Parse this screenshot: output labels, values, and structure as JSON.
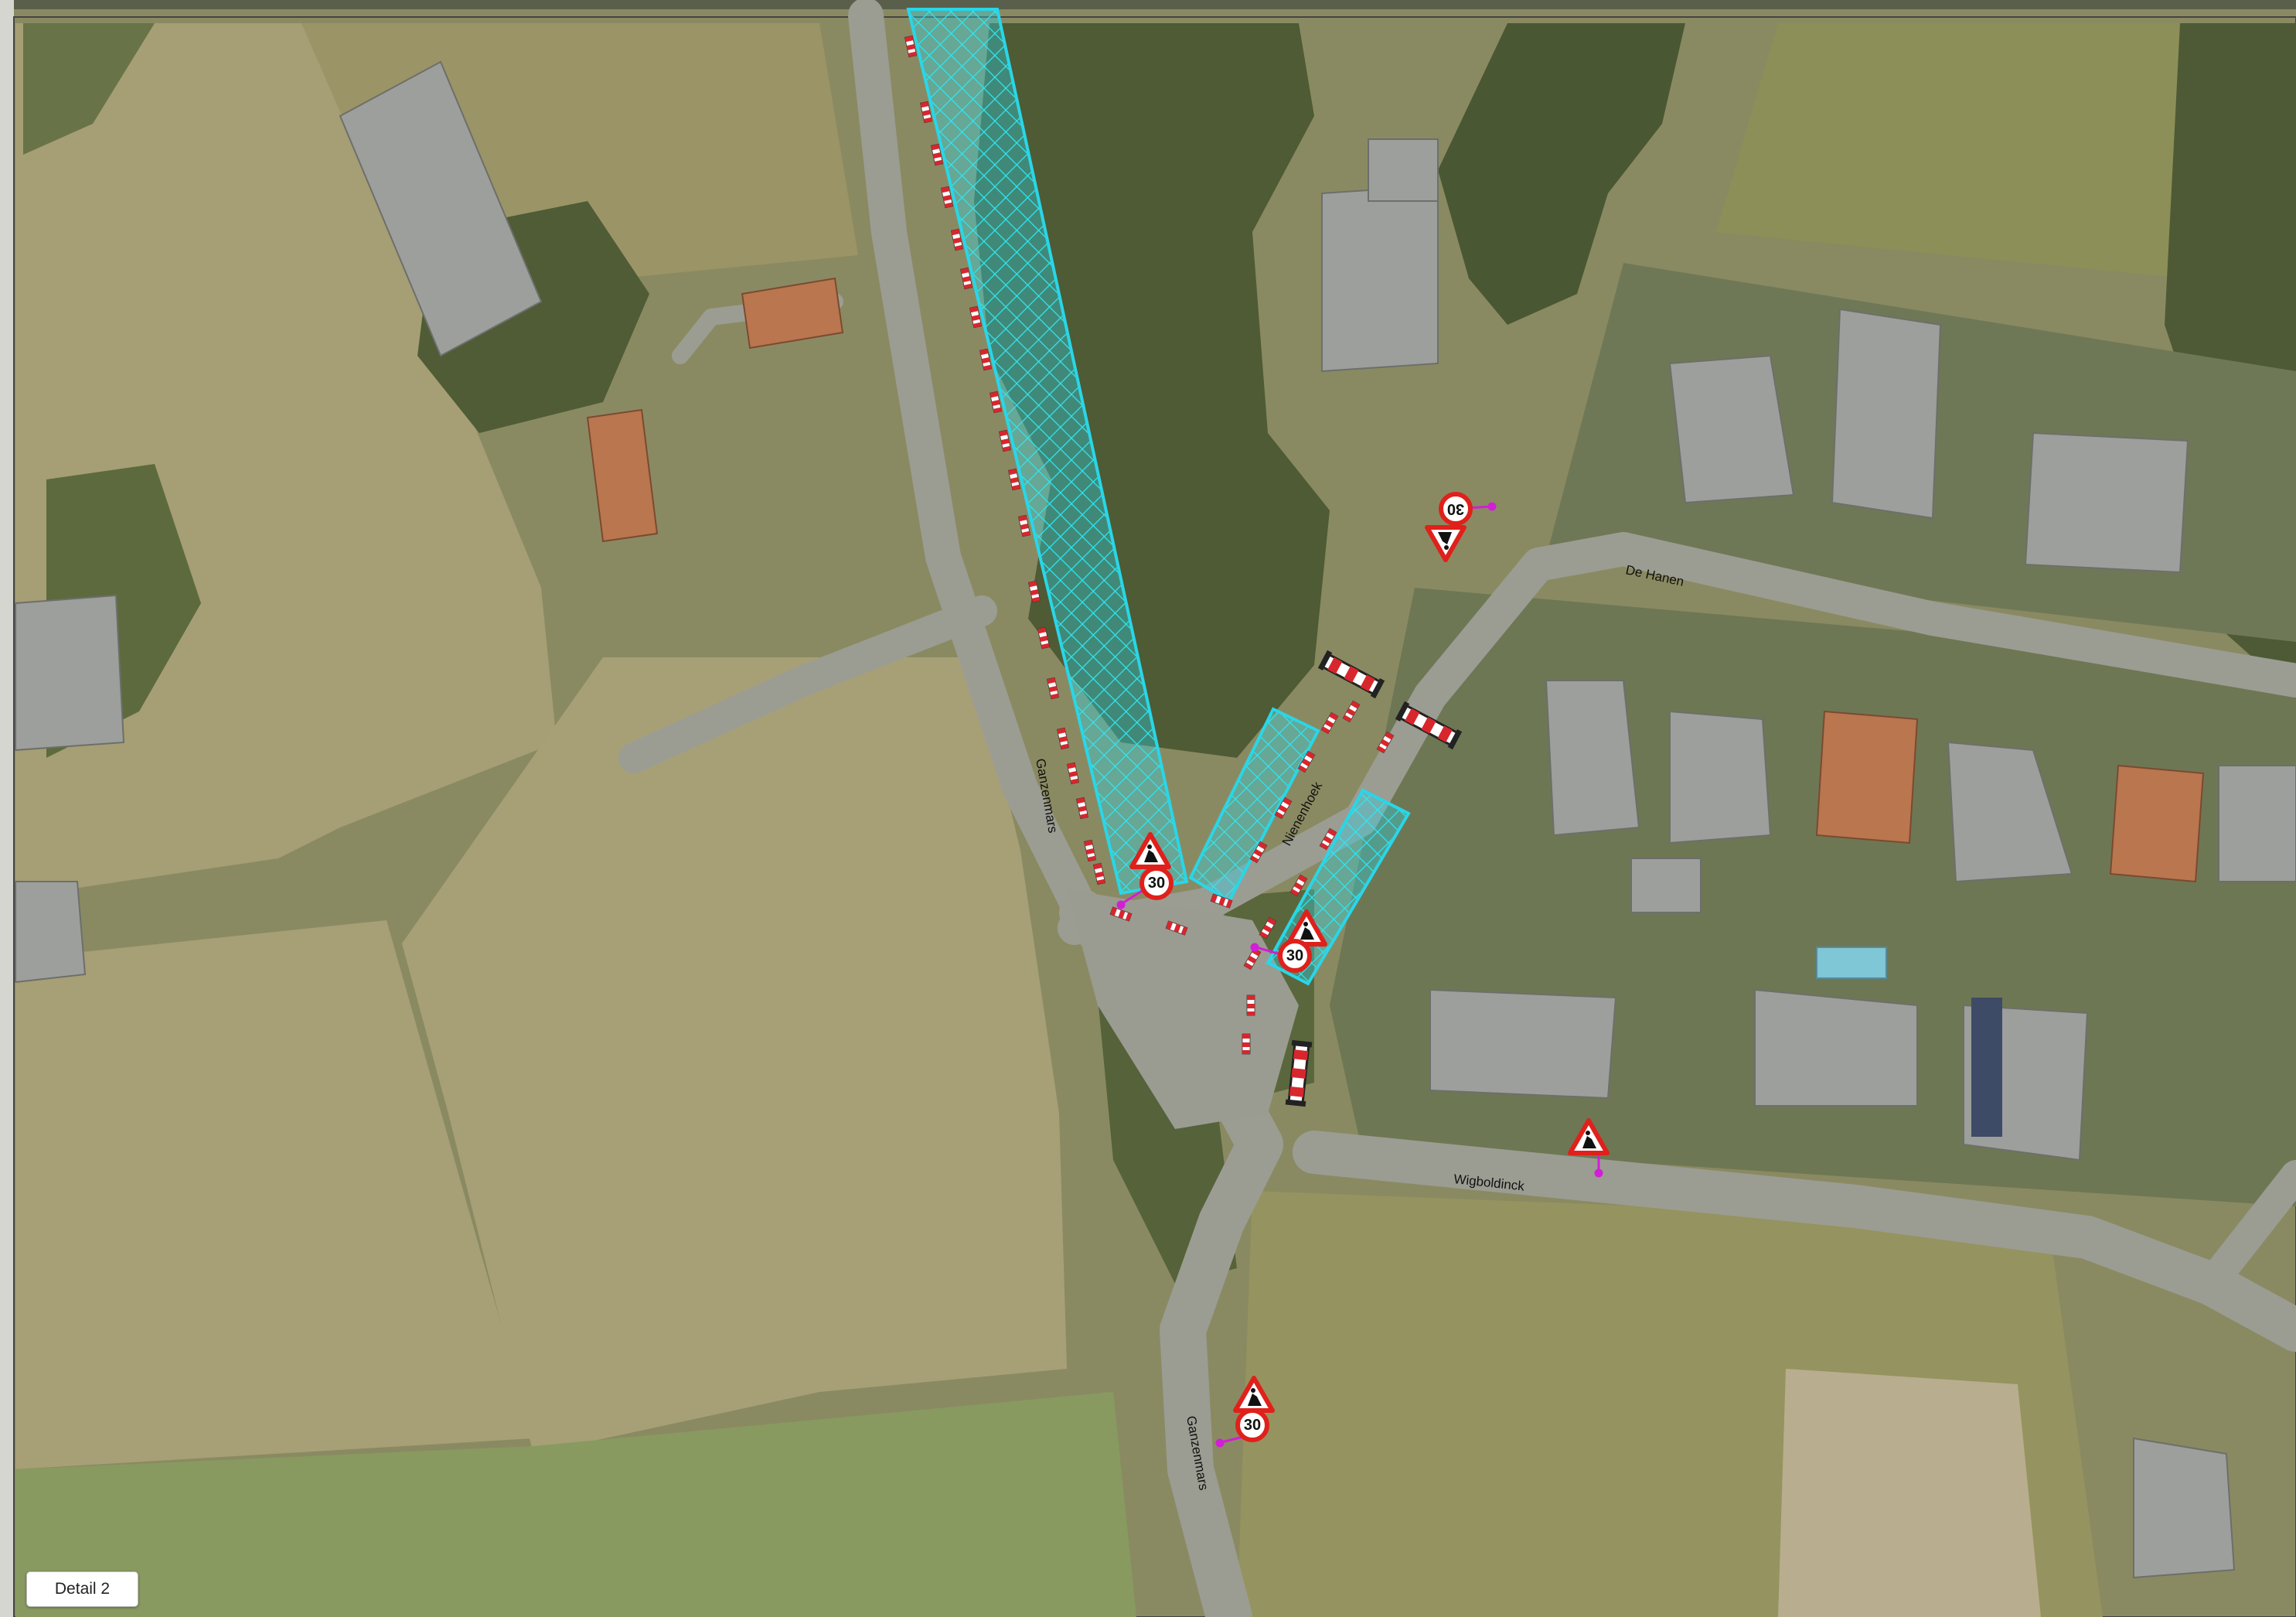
{
  "map": {
    "detail_label": "Detail 2",
    "streets": {
      "ganzenmars_north": "Ganzenmars",
      "ganzenmars_south": "Ganzenmars",
      "nienenhoek": "Nienenhoek",
      "de_hanen": "De Hanen",
      "wigboldinck": "Wigboldinck"
    },
    "speed_limit": "30",
    "colors": {
      "work_zone": "#29d6e8",
      "sign_red": "#e0201b",
      "pole": "#d21ed6",
      "barrier_red": "#d8262d"
    },
    "symbols": [
      "work-zone-hatch",
      "warning-triangle-roadworks-icon",
      "speed-limit-30-sign-icon",
      "barrier-icon",
      "traffic-cone-icon"
    ]
  }
}
